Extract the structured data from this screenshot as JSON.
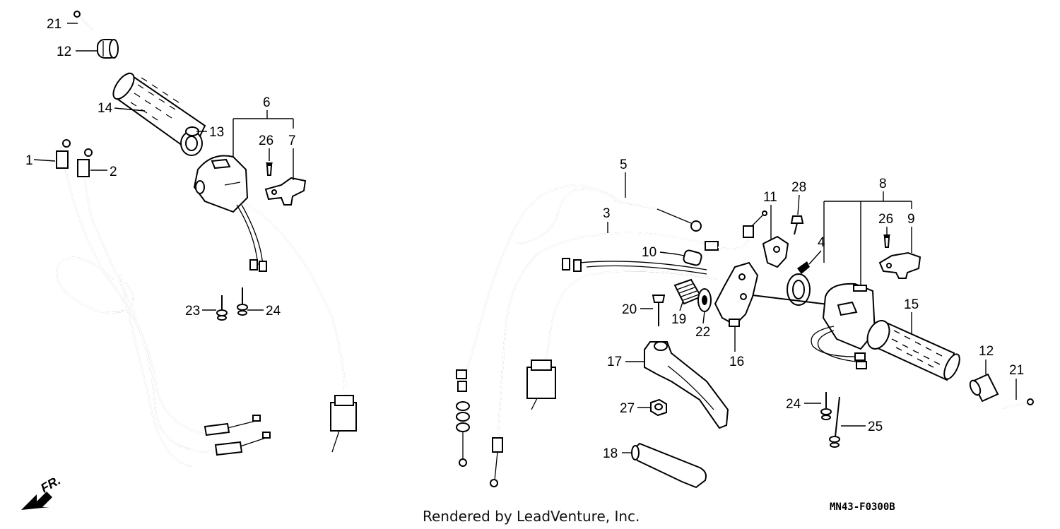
{
  "callouts": {
    "c1": "1",
    "c2": "2",
    "c3": "3",
    "c4": "4",
    "c5": "5",
    "c6": "6",
    "c7": "7",
    "c8": "8",
    "c9": "9",
    "c10": "10",
    "c11": "11",
    "c12a": "12",
    "c12b": "12",
    "c13": "13",
    "c14": "14",
    "c15": "15",
    "c16": "16",
    "c17": "17",
    "c18": "18",
    "c19": "19",
    "c20": "20",
    "c21a": "21",
    "c21b": "21",
    "c22": "22",
    "c23": "23",
    "c24a": "24",
    "c24b": "24",
    "c25": "25",
    "c26a": "26",
    "c26b": "26",
    "c27": "27",
    "c28": "28"
  },
  "direction_label": "FR.",
  "diagram_code": "MN43-F0300B",
  "footer": "Rendered by LeadVenture, Inc."
}
